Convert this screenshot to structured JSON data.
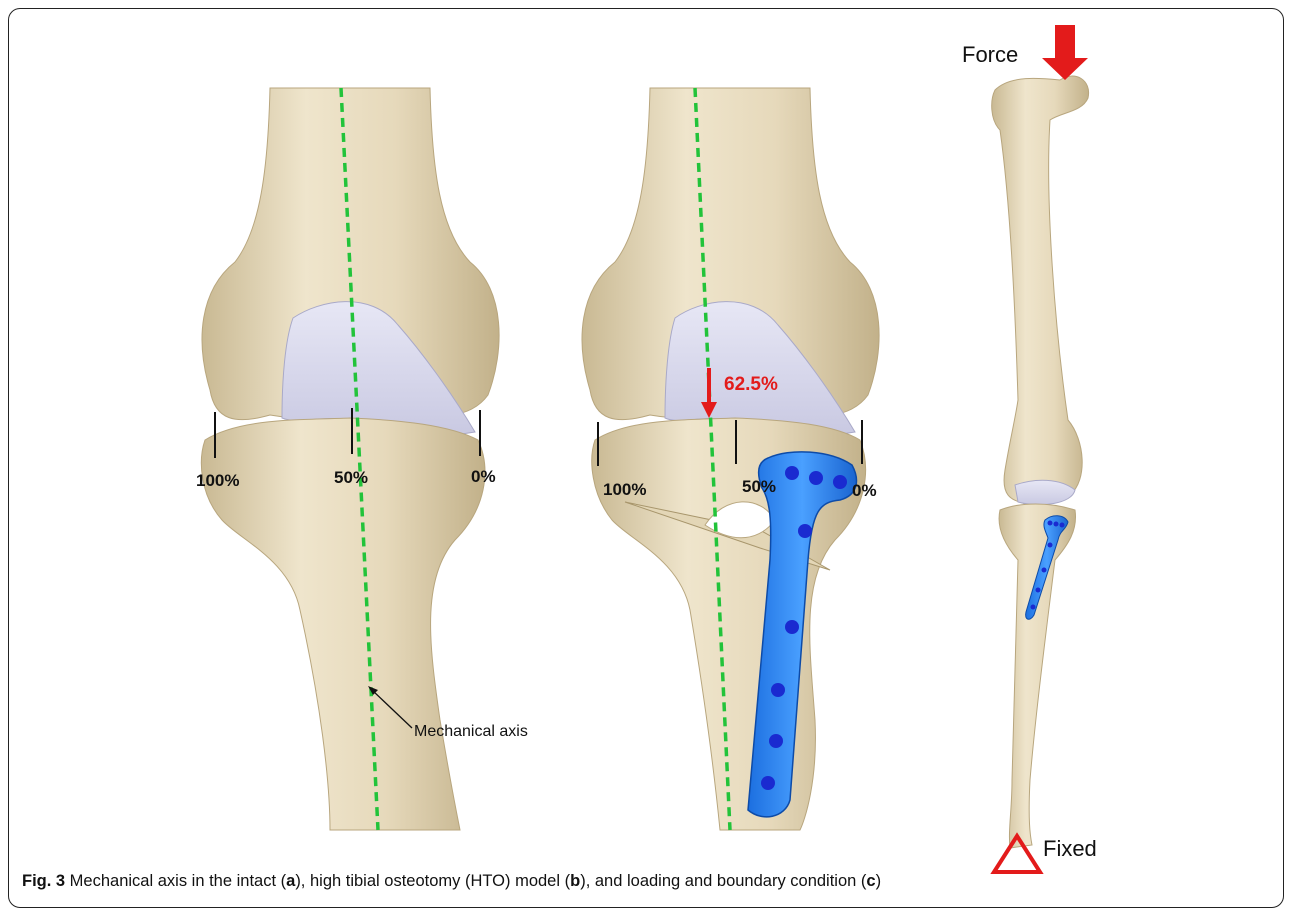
{
  "panel_a": {
    "pct_100": "100%",
    "pct_50": "50%",
    "pct_0": "0%",
    "axis_label": "Mechanical axis"
  },
  "panel_b": {
    "pct_100": "100%",
    "pct_50": "50%",
    "pct_0": "0%",
    "load_percent": "62.5%"
  },
  "panel_c": {
    "force_label": "Force",
    "fixed_label": "Fixed"
  },
  "caption": {
    "fig_label": "Fig. 3",
    "p1": " Mechanical axis in the intact (",
    "a": "a",
    "p2": "), high tibial osteotomy (HTO) model (",
    "b": "b",
    "p3": "), and loading and boundary condition (",
    "c": "c",
    "p4": ")"
  },
  "colors": {
    "bone": "#e8dcc0",
    "bone_shade": "#cdbd98",
    "cartilage": "#d8d8ee",
    "axis_line": "#22c33a",
    "plate": "#2f86f0",
    "screw": "#1a2ad0",
    "red": "#e31b1b"
  }
}
